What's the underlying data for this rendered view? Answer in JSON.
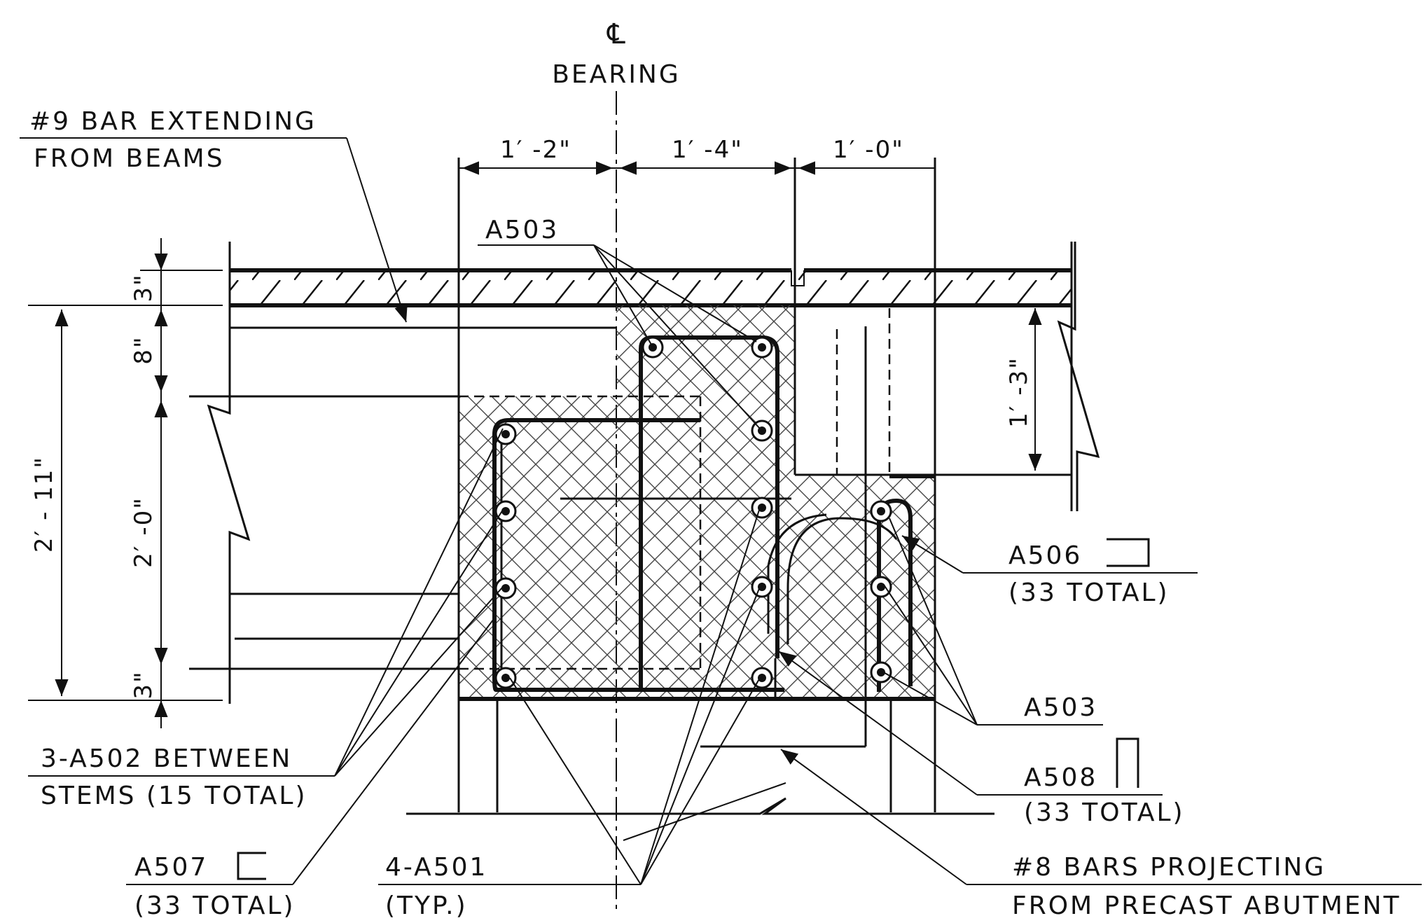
{
  "centerline": {
    "symbol": "℄",
    "label": "BEARING"
  },
  "dimensions": {
    "top_left": "1′ -2\"",
    "top_mid": "1′ -4\"",
    "top_right": "1′ -0\"",
    "side_3_top": "3\"",
    "side_8": "8\"",
    "side_2_0": "2′ -0\"",
    "side_3_bot": "3\"",
    "side_2_11": "2′ - 11\"",
    "right_1_3": "1′ -3\""
  },
  "callouts": {
    "bar9_line1": "#9 BAR EXTENDING",
    "bar9_line2": "FROM BEAMS",
    "a503_top": "A503",
    "a506": "A506",
    "a506_total": "(33 TOTAL)",
    "a503_right": "A503",
    "a508": "A508",
    "a508_total": "(33 TOTAL)",
    "a502_line1": "3-A502 BETWEEN",
    "a502_line2": "STEMS (15 TOTAL)",
    "a507": "A507",
    "a507_total": "(33 TOTAL)",
    "a501": "4-A501",
    "a501_typ": "(TYP.)",
    "bar8_line1": "#8 BARS PROJECTING",
    "bar8_line2": "FROM PRECAST ABUTMENT"
  }
}
